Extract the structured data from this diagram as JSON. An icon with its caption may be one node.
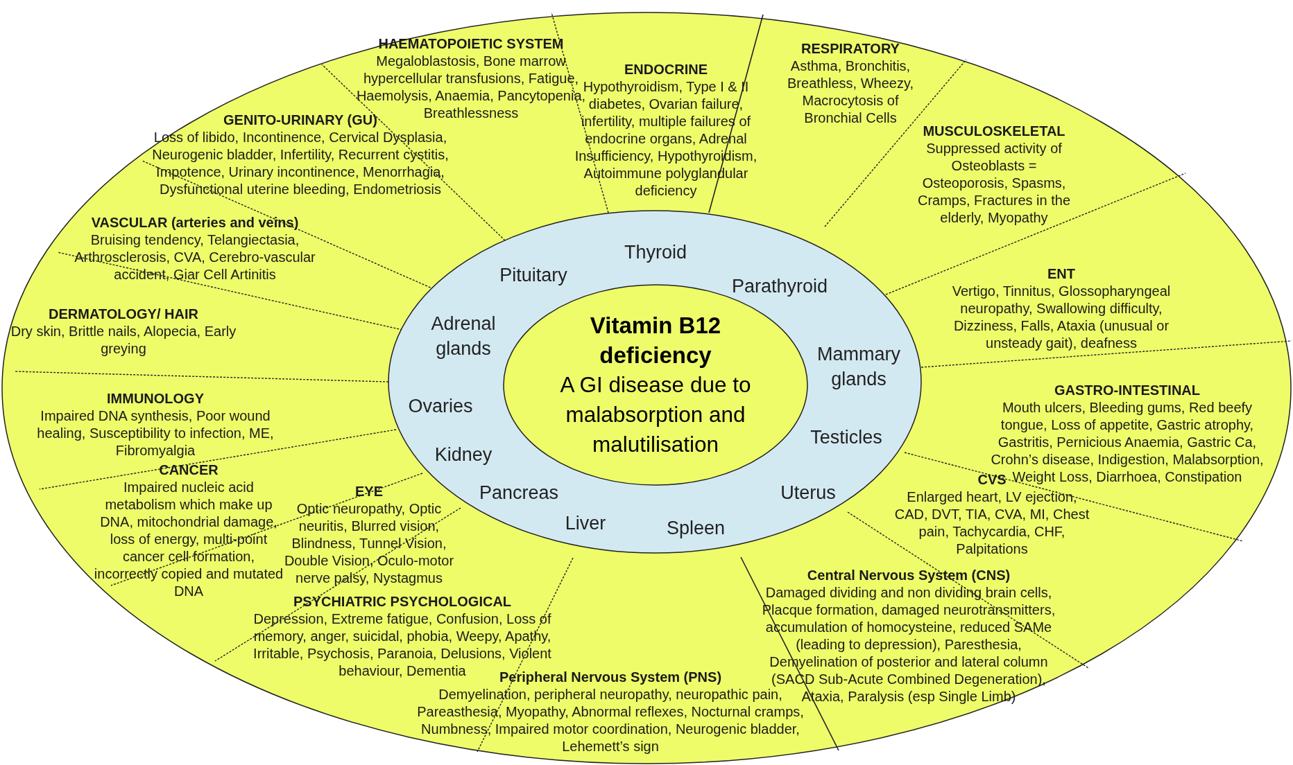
{
  "diagram": {
    "nodes": [
      {
        "text": [],
        "shape": "ellipse"
      },
      {
        "text": [
          "HAEMATOPOIETIC SYSTEM",
          "Megaloblastosis, Bone marrow hypercellular transfusions, Fatigue, Haemolysis, Anaemia, Pancytopenia, Breathlessness"
        ],
        "in": 0
      },
      {
        "text": [
          "ENDOCRINE",
          "Hypothyroidism, Type I & II diabetes, Ovarian failure, infertility, multiple failures of endocrine organs, Adrenal Insufficiency, Hypothyroidism, Autoimmune polyglandular deficiency"
        ],
        "in": 0
      },
      {
        "text": [
          "RESPIRATORY",
          "Asthma, Bronchitis, Breathless, Wheezy, Macrocytosis of Bronchial Cells"
        ],
        "in": 0
      },
      {
        "text": [
          "MUSCULOSKELETAL",
          "Suppressed activity of Osteoblasts = Osteoporosis, Spasms, Cramps, Fractures in the elderly, Myopathy"
        ],
        "in": 0
      },
      {
        "text": [
          "ENT",
          "Vertigo, Tinnitus, Glossopharyngeal neuropathy, Swallowing difficulty, Dizziness, Falls, Ataxia (unusual or unsteady gait), deafness"
        ],
        "in": 0
      },
      {
        "text": [
          "GASTRO-INTESTINAL",
          "Mouth ulcers, Bleeding gums, Red beefy tongue, Loss of appetite, Gastric atrophy, Gastritis, Pernicious Anaemia, Gastric Ca, Crohn’s disease, Indigestion, Malabsorption, Weight Loss, Diarrhoea, Constipation"
        ],
        "in": 0
      },
      {
        "text": [
          "CVS",
          "Enlarged heart, LV ejection, CAD, DVT, TIA, CVA, MI, Chest pain, Tachycardia, CHF, Palpitations"
        ],
        "in": 0
      },
      {
        "text": [
          "Central Nervous System (CNS)",
          "Damaged dividing and non dividing brain cells, Placque formation, damaged neurotransmitters, accumulation of homocysteine, reduced SAMe (leading to depression), Paresthesia, Demyelination of posterior and lateral column (SACD Sub-Acute Combined Degeneration), Ataxia, Paralysis (esp Single Limb)"
        ],
        "in": 0
      },
      {
        "text": [
          "Peripheral Nervous System (PNS)",
          "Demyelination, peripheral neuropathy, neuropathic pain, Pareasthesia, Myopathy, Abnormal reflexes, Nocturnal cramps, Numbness, Impaired motor coordination, Neurogenic bladder, Lehemett’s sign"
        ],
        "in": 0
      },
      {
        "text": [
          "PSYCHIATRIC PSYCHOLOGICAL",
          "Depression, Extreme fatigue, Confusion, Loss of memory, anger, suicidal, phobia, Weepy, Apathy, Irritable, Psychosis, Paranoia, Delusions, Violent behaviour, Dementia"
        ],
        "in": 0
      },
      {
        "text": [
          "EYE",
          "Optic neuropathy, Optic neuritis, Blurred vision, Blindness, Tunnel Vision, Double Vision, Oculo-motor nerve palsy, Nystagmus"
        ],
        "in": 0
      },
      {
        "text": [
          "CANCER",
          "Impaired nucleic acid metabolism which make up DNA, mitochondrial damage, loss of energy, multi-point cancer cell formation, incorrectly copied and mutated DNA"
        ],
        "in": 0
      },
      {
        "text": [
          "IMMUNOLOGY",
          "Impaired DNA synthesis, Poor wound healing, Susceptibility to infection, ME, Fibromyalgia"
        ],
        "in": 0
      },
      {
        "text": [
          "DERMATOLOGY/ HAIR",
          "Dry skin, Brittle nails, Alopecia, Early greying"
        ],
        "in": 0
      },
      {
        "text": [
          "VASCULAR (arteries and veins)",
          "Bruising tendency, Telangiectasia, Arthrosclerosis, CVA, Cerebro-vascular accident, Giar Cell Artinitis"
        ],
        "in": 0
      },
      {
        "text": [
          "GENITO-URINARY (GU)",
          "Loss of libido, Incontinence, Cervical Dysplasia, Neurogenic bladder, Infertility, Recurrent cystitis, Impotence, Urinary incontinence, Menorrhagia, Dysfunctional uterine bleeding, Endometriosis"
        ],
        "in": 0
      },
      {
        "text": [
          "Thyroid",
          "Pituitary",
          "Parathyroid",
          "Adrenal glands",
          "Mammary glands",
          "Ovaries",
          "Testicles",
          "Kidney",
          "Pancreas",
          "Uterus",
          "Liver",
          "Spleen"
        ],
        "in": 0
      },
      {
        "text": [
          "Vitamin B12 deficiency",
          "A GI disease due to malabsorption and malutilisation"
        ],
        "in": 17
      }
    ]
  }
}
